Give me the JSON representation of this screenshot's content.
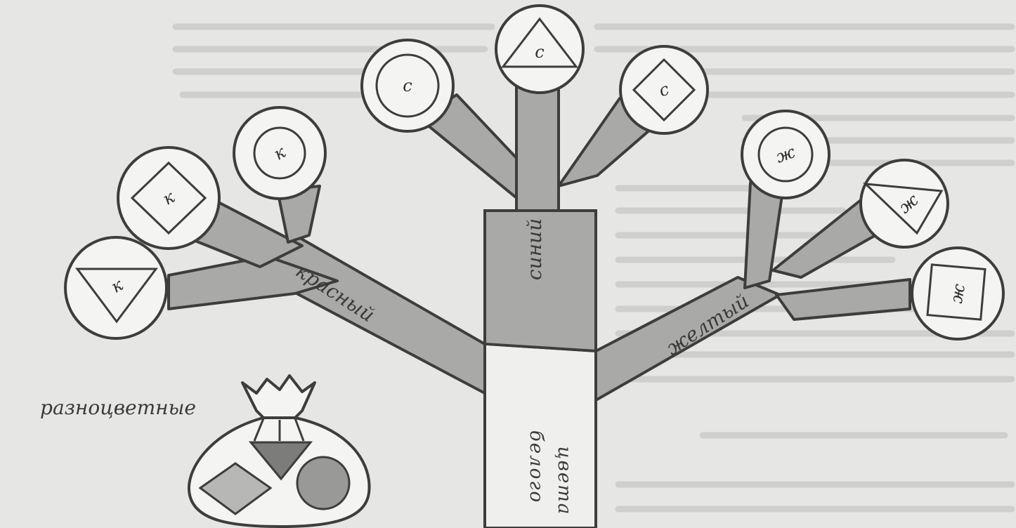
{
  "trunk_label_1": "белого",
  "trunk_label_2": "цвета",
  "branches": {
    "left": "красный",
    "center": "синий",
    "right": "желтый"
  },
  "bag_label": "разноцветные",
  "leaves": {
    "red_triangle": "к",
    "red_square": "к",
    "red_circle": "к",
    "blue_circle": "с",
    "blue_triangle": "с",
    "blue_square": "с",
    "yellow_circle": "ж",
    "yellow_triangle": "ж",
    "yellow_square": "ж"
  },
  "colors": {
    "branch_fill": "#a9a9a7",
    "trunk_fill": "#efefed",
    "outline": "#3d3d3d",
    "bag_square": "#b7b7b5",
    "bag_triangle": "#7c7c7a",
    "bag_circle": "#999997"
  }
}
